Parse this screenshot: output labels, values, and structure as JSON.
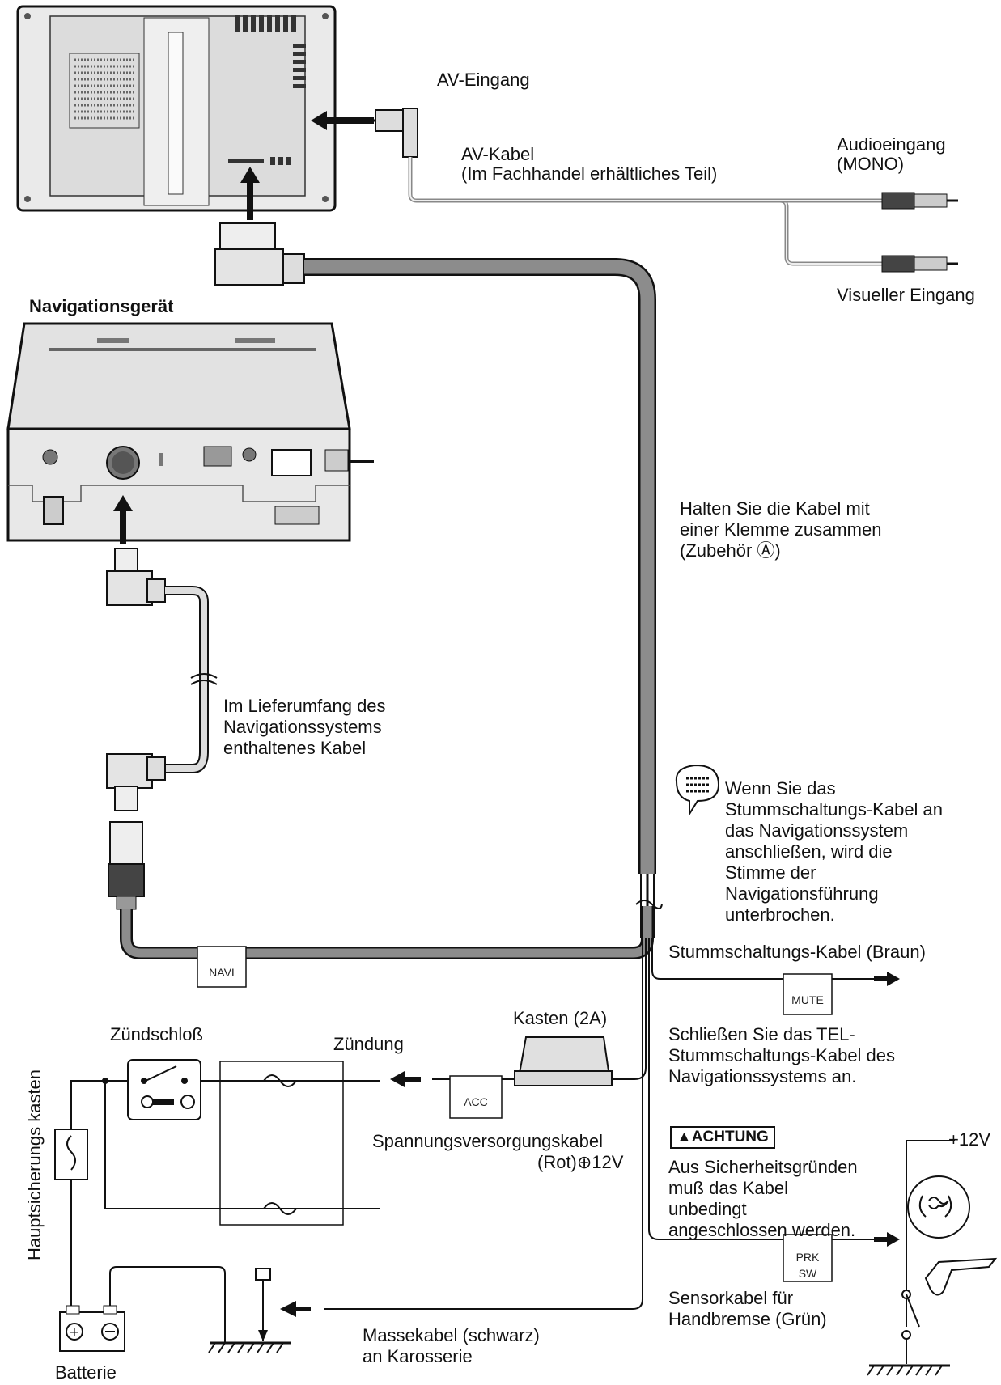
{
  "labels": {
    "av_input": "AV-Eingang",
    "av_cable_1": "AV-Kabel",
    "av_cable_2": "(Im Fachhandel erhältliches Teil)",
    "audio_input_1": "Audioeingang",
    "audio_input_2": "(MONO)",
    "visual_input": "Visueller Eingang",
    "nav_unit": "Navigationsgerät",
    "clamp_1": "Halten Sie die Kabel mit",
    "clamp_2": "einer Klemme zusammen",
    "clamp_3": "(Zubehör Ⓐ)",
    "supplied_1": "Im Lieferumfang des",
    "supplied_2": "Navigationssystems",
    "supplied_3": "enthaltenes Kabel",
    "mute_note_1": "Wenn Sie das",
    "mute_note_2": "Stummschaltungs-Kabel an",
    "mute_note_3": "das Navigationssystem",
    "mute_note_4": "anschließen, wird die",
    "mute_note_5": "Stimme der",
    "mute_note_6": "Navigationsführung",
    "mute_note_7": "unterbrochen.",
    "mute_cable": "Stummschaltungs-Kabel (Braun)",
    "tel_1": "Schließen Sie das TEL-",
    "tel_2": "Stummschaltungs-Kabel des",
    "tel_3": "Navigationssystems an.",
    "ignition_switch": "Zündschloß",
    "ignition": "Zündung",
    "box": "Kasten (2A)",
    "fuse_box": "Hauptsicherungs kasten",
    "power_cable_1": "Spannungsversorgungskabel",
    "power_cable_2": "(Rot)⊕12V",
    "warning_badge": "▲ACHTUNG",
    "warning_1": "Aus Sicherheitsgründen",
    "warning_2": "muß das Kabel",
    "warning_3": "unbedingt",
    "warning_4": "angeschlossen werden.",
    "plus12v": "+12V",
    "brake_1": "Sensorkabel für",
    "brake_2": "Handbremse (Grün)",
    "ground_1": "Massekabel (schwarz)",
    "ground_2": "an Karosserie",
    "battery": "Batterie"
  },
  "tags": {
    "navi": "NAVI",
    "mute": "MUTE",
    "acc": "ACC",
    "prk_1": "PRK",
    "prk_2": "SW"
  },
  "colors": {
    "line": "#111111",
    "cable": "#8c8c8c",
    "device": "#e6e6e6"
  }
}
